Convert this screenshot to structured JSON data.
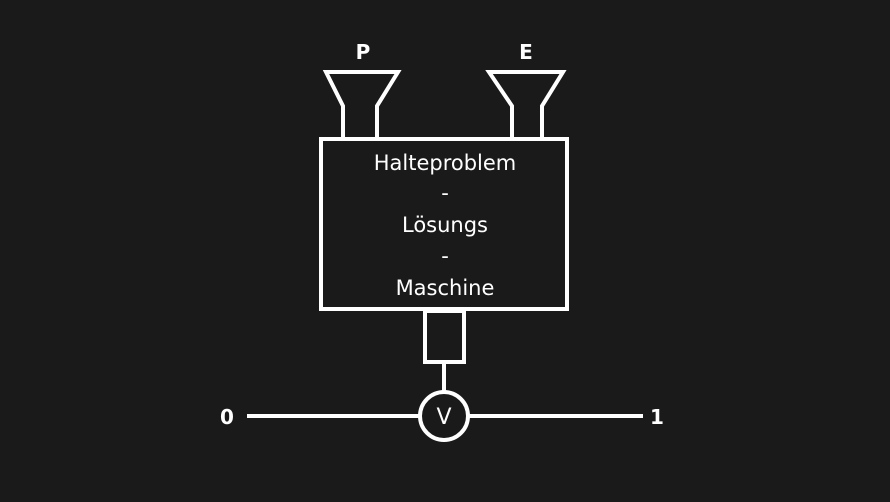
{
  "colors": {
    "background": "#1a1a1a",
    "stroke": "#ffffff",
    "text": "#ffffff"
  },
  "inputs": {
    "left_label": "P",
    "right_label": "E"
  },
  "machine": {
    "lines": [
      "Halteproblem",
      "-",
      "Lösungs",
      "-",
      "Maschine"
    ]
  },
  "output": {
    "indicator_label": "V",
    "left_label": "0",
    "right_label": "1"
  }
}
